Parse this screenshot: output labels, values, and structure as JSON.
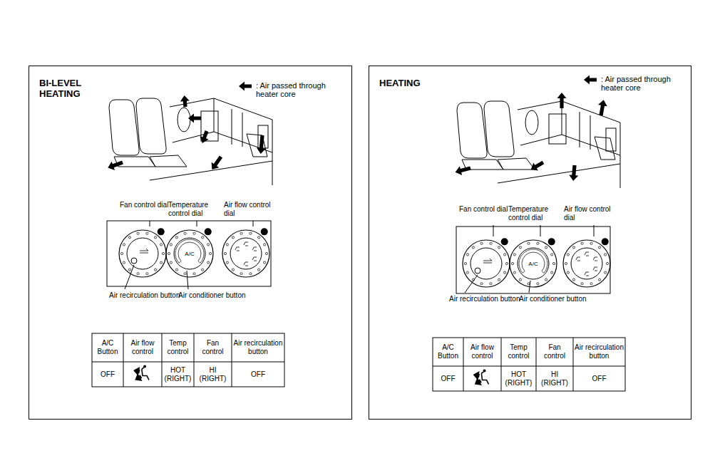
{
  "diagram": {
    "nodes": [
      {
        "text": [
          "BI-LEVEL HEATING"
        ]
      },
      {
        "text": [
          "HEATING"
        ]
      }
    ],
    "labels": [
      "Fan control dial",
      "Temperature control dial",
      "Air flow control dial",
      "A/C",
      "Air recirculation button",
      "Air conditioner button",
      "A/C Button",
      "Air flow control",
      "Temp control",
      "Fan control",
      "Air recirculation button",
      "OFF",
      "HOT (RIGHT)",
      "HI (RIGHT)",
      "OFF",
      "Fan control dial",
      "Temperature control dial",
      "Air flow control dial",
      "A/C",
      "Air recirculation button",
      "Air conditioner button",
      "A/C Button",
      "Air flow control",
      "Temp control",
      "Fan control",
      "Air recirculation button",
      "OFF",
      "HOT (RIGHT)",
      "HI (RIGHT)",
      "OFF"
    ],
    "legend": [
      {
        "text": ": Air passed through heater core"
      },
      {
        "text": ": Air passed through heater core"
      }
    ]
  }
}
